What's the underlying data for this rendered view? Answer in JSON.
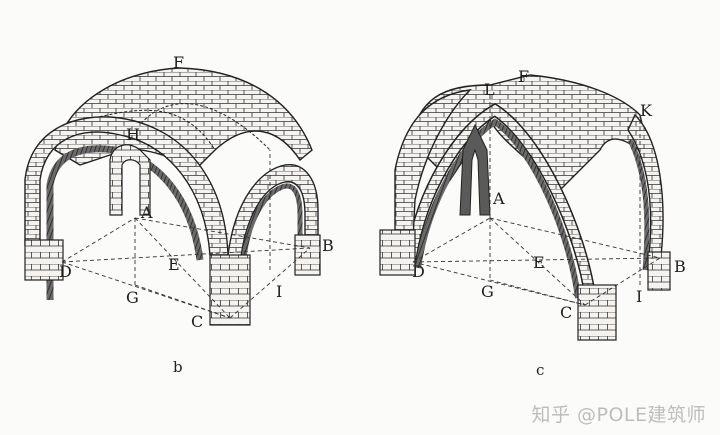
{
  "figure_b": {
    "labels": {
      "F": "F",
      "H": "H",
      "A": "A",
      "D": "D",
      "E": "E",
      "B": "B",
      "G": "G",
      "I": "I",
      "C": "C"
    },
    "caption": "b"
  },
  "figure_c": {
    "labels": {
      "L": "L",
      "F": "F",
      "K": "K",
      "A": "A",
      "D": "D",
      "E": "E",
      "B": "B",
      "G": "G",
      "I": "I",
      "C": "C"
    },
    "caption": "c"
  },
  "watermark": "知乎 @POLE建筑师",
  "colors": {
    "ink": "#1e1e1e",
    "stone": "#f4f2ee",
    "shadow": "#3a3a3a"
  }
}
